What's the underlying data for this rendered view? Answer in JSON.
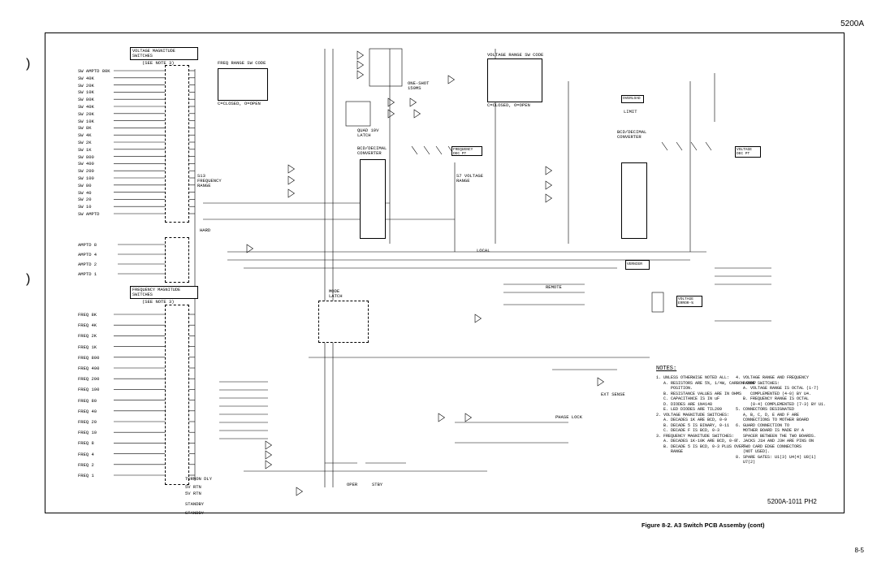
{
  "page": {
    "doc_number": "5200A",
    "drawing_number": "5200A-1011  PH2",
    "figure_caption": "Figure 8-2. A3 Switch PCB Assemby (cont)",
    "page_number": "8-5"
  },
  "schematic": {
    "voltage_switches_title": "VOLTAGE MAGNITUDE SWITCHES",
    "voltage_switches_note": "(SEE NOTE 3)",
    "frequency_switches_title": "FREQUENCY MAGNITUDE SWITCHES",
    "frequency_switches_note": "(SEE NOTE 3)",
    "freq_range_table_title": "FREQ RANGE SW CODE",
    "freq_range_table_legend": "C=CLOSED, O=OPEN",
    "voltage_range_table_title": "VOLTAGE RANGE SW CODE",
    "voltage_range_table_legend": "C=CLOSED, O=OPEN",
    "bcd_converter_left": "BCD/DECIMAL CONVERTER",
    "bcd_converter_right": "BCD/DECIMAL CONVERTER",
    "mode_latch": "MODE LATCH",
    "quad_latch": "QUAD 10V LATCH",
    "one_shot": "ONE-SHOT 150MS",
    "frequency_dec_pt": "FREQUENCY DEC PT",
    "voltage_dec_pt": "VOLTAGE DEC PT",
    "overload": "OVERLOAD",
    "limit": "LIMIT",
    "vernier": "VERNIER",
    "voltage_error": "VOLTAGE ERROR-%",
    "local": "LOCAL",
    "remote": "REMOTE",
    "ext_sense": "EXT SENSE",
    "standby": "STBY",
    "oper": "OPER",
    "phase_lock": "PHASE LOCK",
    "hard": "HARD",
    "freq_range_sw": "S13 FREQUENCY RANGE",
    "voltage_range_sw": "S7 VOLTAGE RANGE",
    "notes_title": "NOTES:",
    "notes_left": "1. UNLESS OTHERWISE NOTED ALL:\n   A. RESISTORS ARE 5%, 1/4W, CARBON COMP\n      POSITION.\n   B. RESISTANCE VALUES ARE IN OHMS\n   C. CAPACITANCE IS IN uF\n   D. DIODES ARE 1N4148\n   E. LED DIODES ARE TIL209\n2. VOLTAGE MAGNITUDE SWITCHES:\n   A. DECADES 1K ARE BCD, 0-9\n   B. DECADE 5 IS BINARY, 0-11\n   C. DECADE F IS BCD, 0-3\n3. FREQUENCY MAGNITUDE SWITCHES:\n   A. DECADES 1K-10K ARE BCD, 0-9\n   B. DECADE 5 IS BCD, 0-3 PLUS OVER-\n      RANGE",
    "notes_right": "4. VOLTAGE RANGE AND FREQUENCY\n   RANGE SWITCHES:\n   A. VOLTAGE RANGE IS OCTAL (1-7)\n      COMPLEMENTED (4-0) BY U4.\n   B. FREQUENCY RANGE IS OCTAL\n      (0-4) COMPLEMENTED (7-3) BY U1.\n5. CONNECTORS DESIGNATED\n   A, B, C, D, E AND F ARE\n   CONNECTIONS TO MOTHER BOARD\n6. GUARD CONNECTION TO\n   MOTHER BOARD IS MADE BY A\n   SPACER BETWEEN THE TWO BOARDS.\n7. JACKS J1H AND J3H ARE PINS ON\n   TWO CARD EDGE CONNECTORS\n   (NOT USED).\n8. SPARE GATES: U1(3) U4(4) U8(1)\n   U7(2)"
  },
  "voltage_rows": [
    "SW AMPTD 80K",
    "SW 40K",
    "SW 20K",
    "SW 10K",
    "SW 80K",
    "SW 40K",
    "SW 20K",
    "SW 10K",
    "SW 8K",
    "SW 4K",
    "SW 2K",
    "SW 1K",
    "SW 800",
    "SW 400",
    "SW 200",
    "SW 100",
    "SW 80",
    "SW 40",
    "SW 20",
    "SW 10",
    "SW AMPTD"
  ],
  "frequency_rows": [
    "FREQ 8K",
    "FREQ 4K",
    "FREQ 2K",
    "FREQ 1K",
    "FREQ 800",
    "FREQ 400",
    "FREQ 200",
    "FREQ 100",
    "FREQ 80",
    "FREQ 40",
    "FREQ 20",
    "FREQ 10",
    "FREQ 8",
    "FREQ 4",
    "FREQ 2",
    "FREQ 1"
  ],
  "amptd_rows": [
    "AMPTD 8",
    "AMPTD 4",
    "AMPTD 2",
    "AMPTD 1"
  ],
  "bottom_left_labels": [
    "TURNON DLY",
    "5V RTN",
    "5V RTN",
    "STANDBY",
    "STANDBY"
  ]
}
